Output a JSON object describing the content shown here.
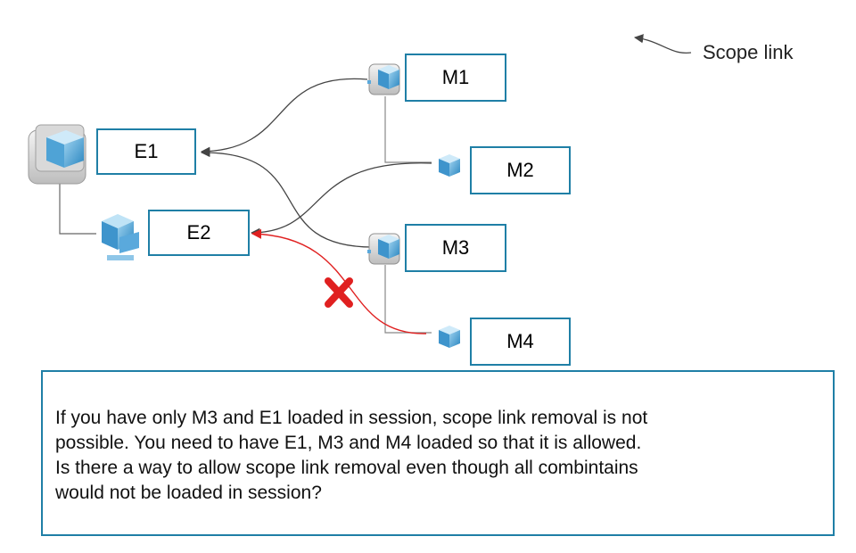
{
  "legend": {
    "label": "Scope link",
    "icon": "curved-arrow-icon"
  },
  "nodes": {
    "E1": {
      "label": "E1",
      "icon": "assembly-icon"
    },
    "E2": {
      "label": "E2",
      "icon": "part-icon"
    },
    "M1": {
      "label": "M1",
      "icon": "assembly-icon"
    },
    "M2": {
      "label": "M2",
      "icon": "part-icon"
    },
    "M3": {
      "label": "M3",
      "icon": "assembly-icon"
    },
    "M4": {
      "label": "M4",
      "icon": "part-icon"
    }
  },
  "blocked_link": {
    "from": "M4",
    "to": "E2",
    "color": "#e02020",
    "marker": "red-x-icon"
  },
  "colors": {
    "accent": "#1f7fa6",
    "link": "#444444",
    "blocked": "#e02020"
  },
  "note": {
    "line1": "If you have only M3 and E1 loaded in session, scope link removal is not",
    "line2": "possible. You need to have E1, M3 and M4 loaded so that it is allowed.",
    "line3": "Is there a way to allow scope link removal even though all combintains",
    "line4": "would not be loaded in session?"
  }
}
